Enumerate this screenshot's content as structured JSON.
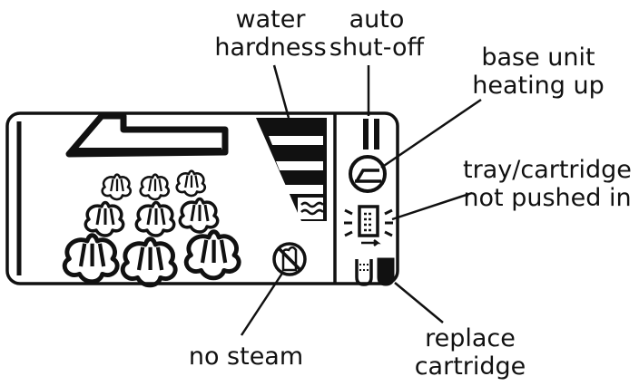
{
  "labels": {
    "water_hardness": [
      "water",
      "hardness"
    ],
    "auto_shutoff": [
      "auto",
      "shut-off"
    ],
    "base_unit": [
      "base unit",
      "heating up"
    ],
    "tray": [
      "tray/cartridge",
      "not pushed in"
    ],
    "no_steam": [
      "no steam"
    ],
    "replace_cartridge": [
      "replace",
      "cartridge"
    ]
  },
  "icons": [
    "iron-icon",
    "steam-puffs-icon",
    "water-hardness-bars-icon",
    "auto-shutoff-bars-icon",
    "heating-gauge-icon",
    "cartridge-icon",
    "no-steam-icon",
    "replace-cartridge-icon"
  ],
  "colors": {
    "ink": "#111111",
    "background": "#ffffff"
  }
}
